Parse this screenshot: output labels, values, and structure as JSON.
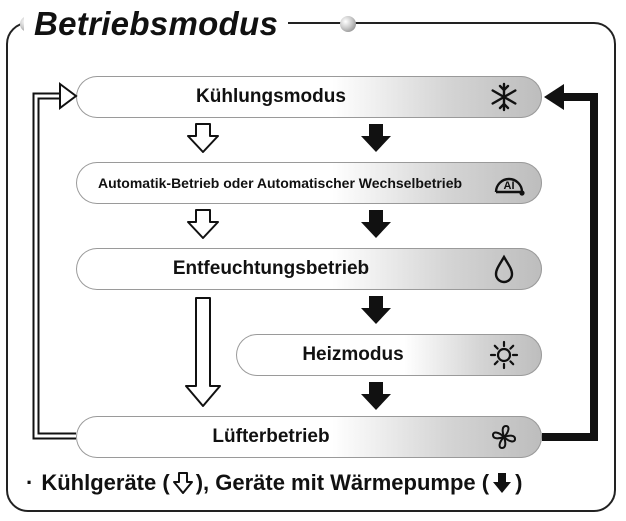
{
  "title": "Betriebsmodus",
  "modes": [
    {
      "label": "Kühlungsmodus",
      "icon": "snowflake-icon"
    },
    {
      "label": "Automatik-Betrieb oder Automatischer Wechselbetrieb",
      "icon": "auto-ai-icon",
      "icon_text": "AI"
    },
    {
      "label": "Entfeuchtungsbetrieb",
      "icon": "water-drop-icon"
    },
    {
      "label": "Heizmodus",
      "icon": "sun-icon"
    },
    {
      "label": "Lüfterbetrieb",
      "icon": "fan-icon"
    }
  ],
  "legend": {
    "bullet": "·",
    "part1": "Kühlgeräte (",
    "part2": "), Geräte mit Wärmepumpe (",
    "part3": ")"
  },
  "colors": {
    "line": "#111111",
    "pill_shade": "#bdbdbd"
  }
}
